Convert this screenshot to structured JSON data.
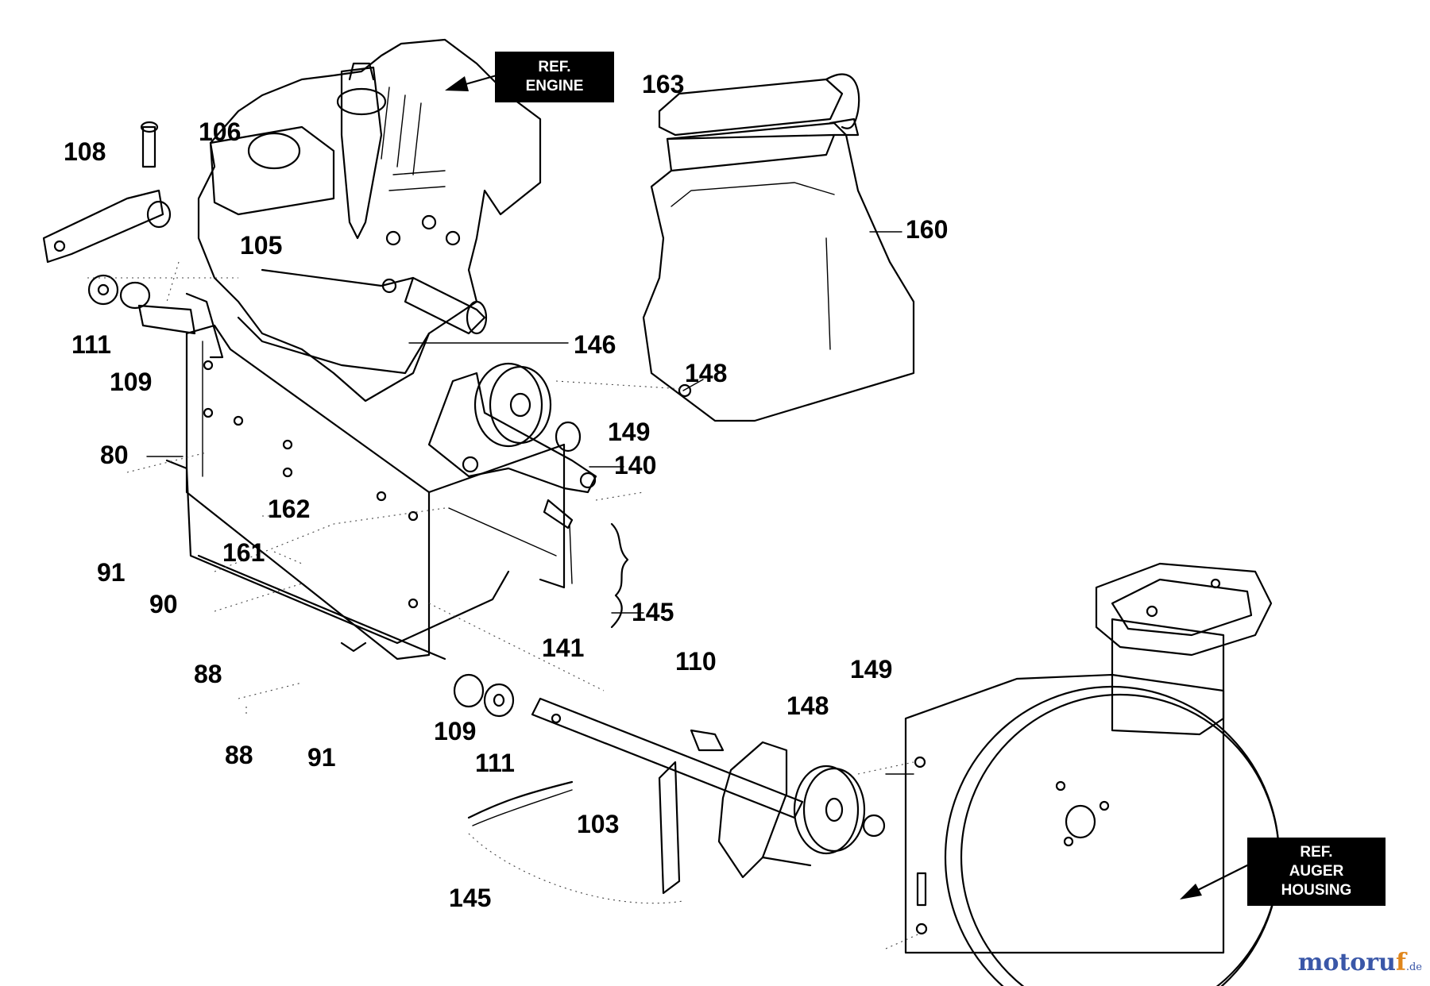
{
  "diagram": {
    "part_labels": [
      {
        "id": "163",
        "text": "163"
      },
      {
        "id": "106",
        "text": "106"
      },
      {
        "id": "108",
        "text": "108"
      },
      {
        "id": "160",
        "text": "160"
      },
      {
        "id": "105",
        "text": "105"
      },
      {
        "id": "111a",
        "text": "111"
      },
      {
        "id": "146",
        "text": "146"
      },
      {
        "id": "109a",
        "text": "109"
      },
      {
        "id": "148a",
        "text": "148"
      },
      {
        "id": "149a",
        "text": "149"
      },
      {
        "id": "80",
        "text": "80"
      },
      {
        "id": "140",
        "text": "140"
      },
      {
        "id": "162",
        "text": "162"
      },
      {
        "id": "161",
        "text": "161"
      },
      {
        "id": "91a",
        "text": "91"
      },
      {
        "id": "90",
        "text": "90"
      },
      {
        "id": "145a",
        "text": "145"
      },
      {
        "id": "141",
        "text": "141"
      },
      {
        "id": "110",
        "text": "110"
      },
      {
        "id": "149b",
        "text": "149"
      },
      {
        "id": "88a",
        "text": "88"
      },
      {
        "id": "148b",
        "text": "148"
      },
      {
        "id": "109b",
        "text": "109"
      },
      {
        "id": "111b",
        "text": "111"
      },
      {
        "id": "88b",
        "text": "88"
      },
      {
        "id": "91b",
        "text": "91"
      },
      {
        "id": "103",
        "text": "103"
      },
      {
        "id": "145b",
        "text": "145"
      }
    ],
    "ref_engine": {
      "line1": "REF.",
      "line2": "ENGINE"
    },
    "ref_auger": {
      "line1": "REF.",
      "line2": "AUGER",
      "line3": "HOUSING"
    },
    "watermark": {
      "main": "motoru",
      "accent": "f",
      "suffix": ".de"
    }
  }
}
